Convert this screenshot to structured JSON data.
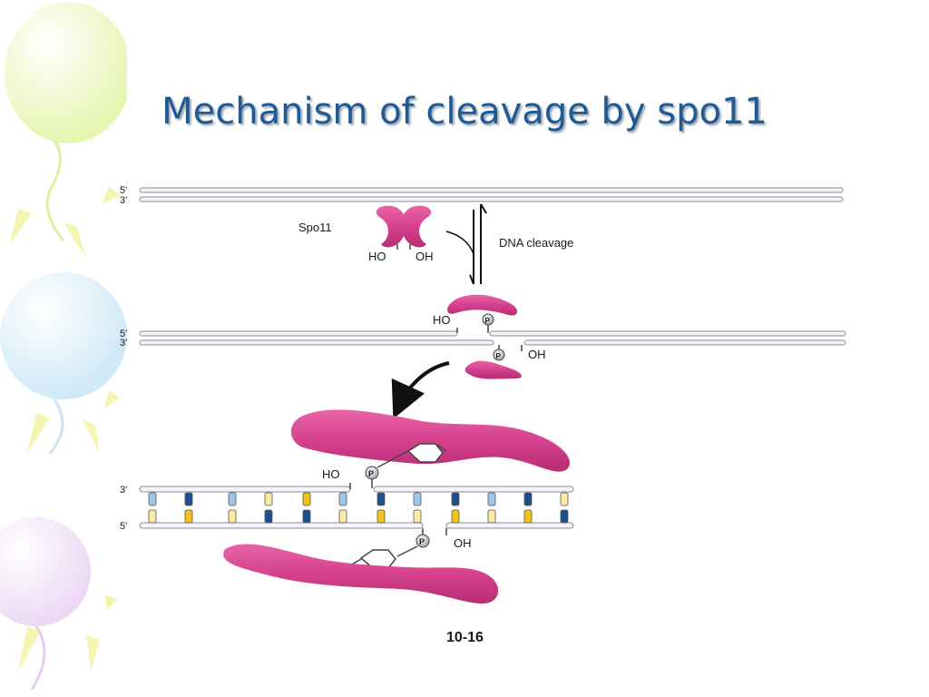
{
  "slide": {
    "title": "Mechanism of cleavage by spo11"
  },
  "diagram": {
    "strand_labels": {
      "top_5": "5'",
      "top_3": "3'",
      "mid_5": "5'",
      "mid_3": "3'",
      "bottom_3": "3'",
      "bottom_5": "5'"
    },
    "protein_label": "Spo11",
    "hydroxyl_pair": [
      "HO",
      "OH"
    ],
    "arrow_label": "DNA cleavage",
    "mid_left_group": "HO",
    "mid_right_group": "OH",
    "phosphate_symbol": "P",
    "bottom_upper_group": "HO",
    "bottom_lower_group": "OH",
    "figure_number": "10-16"
  },
  "colors": {
    "title": "#1f5a95",
    "protein": "#d6418e",
    "dna_outline": "#8a8a9a",
    "base_dark_blue": "#1d4f8c",
    "base_light_blue": "#9cc6ea",
    "base_yellow": "#f2c318",
    "base_pale_yellow": "#fbe9a6"
  }
}
